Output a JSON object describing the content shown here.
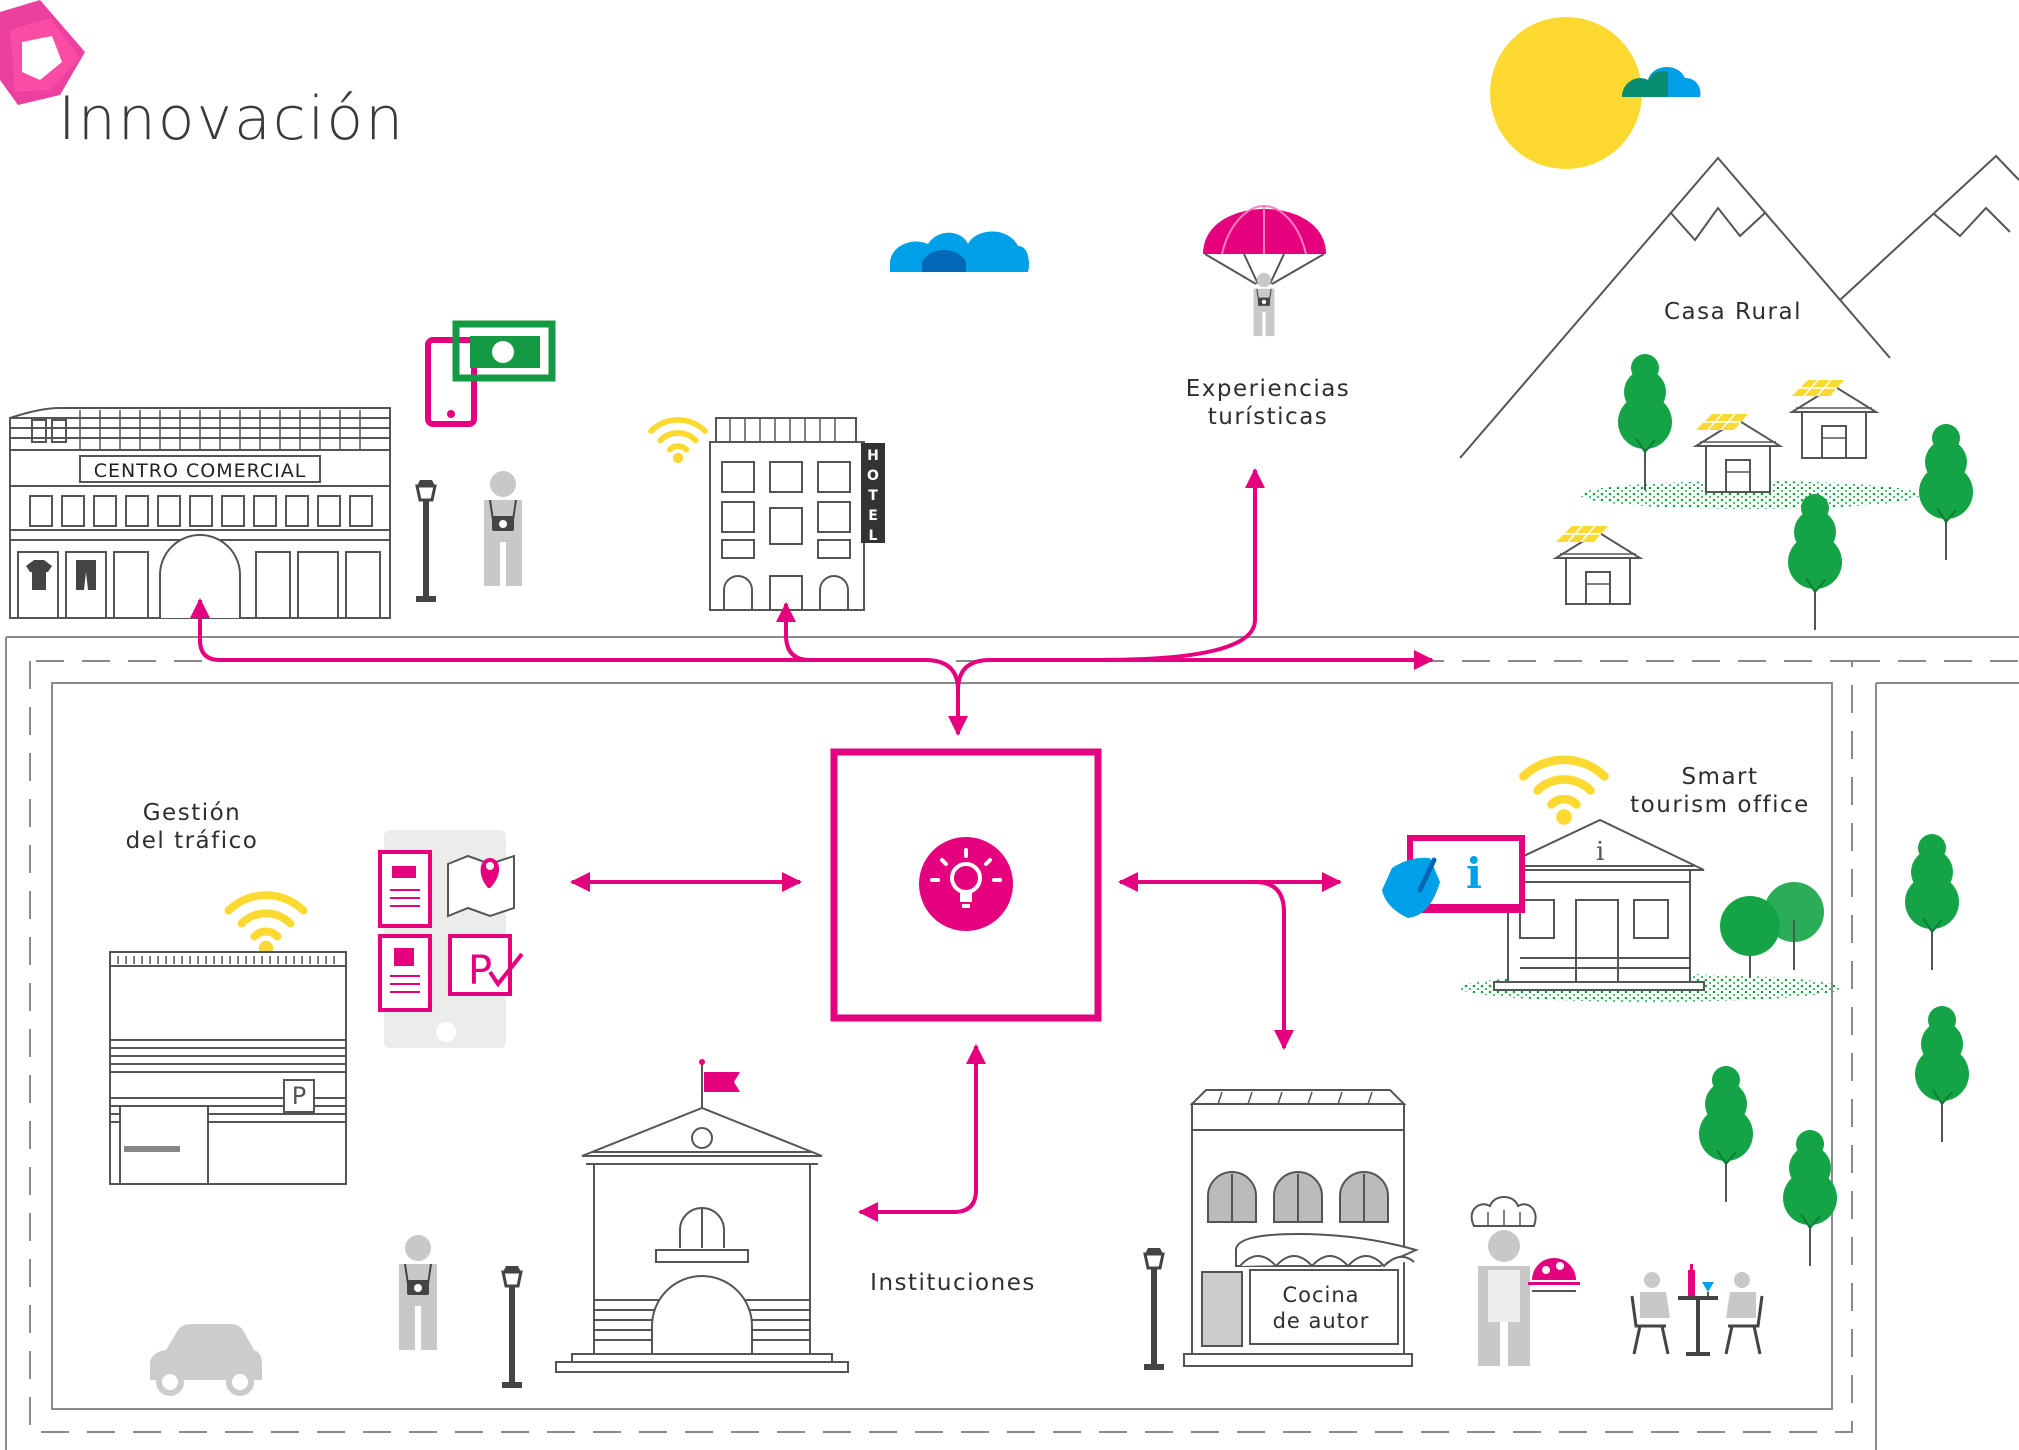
{
  "title": "Innovación",
  "labels": {
    "centro_comercial": "CENTRO COMERCIAL",
    "hotel": "HOTEL",
    "experiencias": [
      "Experiencias",
      "turísticas"
    ],
    "casa_rural": "Casa Rural",
    "gestion": [
      "Gestión",
      "del tráfico"
    ],
    "smart": [
      "Smart",
      "tourism office"
    ],
    "instituciones": "Instituciones",
    "cocina": [
      "Cocina",
      "de autor"
    ]
  },
  "colors": {
    "accent": "#e5007e",
    "sun": "#fcd930",
    "cloud": "#00a0e9",
    "cloud_dark": "#0068b7",
    "tree": "#14a446",
    "money": "#139a43",
    "wifi": "#fcd930",
    "outline": "#555555",
    "road": "#8a8a8a"
  },
  "icons": [
    "innovation-logo-icon",
    "lightbulb-icon",
    "wifi-icon",
    "phone-payment-icon",
    "parachute-icon",
    "tourist-icon",
    "street-lamp-icon",
    "car-icon",
    "chef-icon",
    "tree-icon",
    "sun-icon",
    "cloud-icon",
    "info-tablet-icon",
    "parking-icon",
    "dining-table-icon"
  ]
}
